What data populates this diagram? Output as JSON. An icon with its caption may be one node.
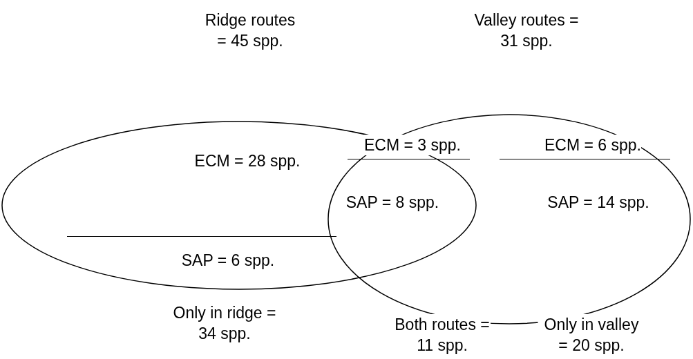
{
  "diagram": {
    "nodes": [
      {
        "text": [
          "Ridge routes = 45 spp.",
          "ECM = 28 spp.",
          "SAP = 6 spp."
        ]
      },
      {
        "text": [
          "Valley routes = 31 spp.",
          "ECM = 6 spp.",
          "SAP = 14 spp."
        ]
      }
    ],
    "edges": [],
    "labels": [
      "ECM = 3 spp.",
      "SAP = 8 spp.",
      "Only in ridge = 34 spp.",
      "Both routes = 11 spp.",
      "Only in valley = 20 spp."
    ]
  }
}
